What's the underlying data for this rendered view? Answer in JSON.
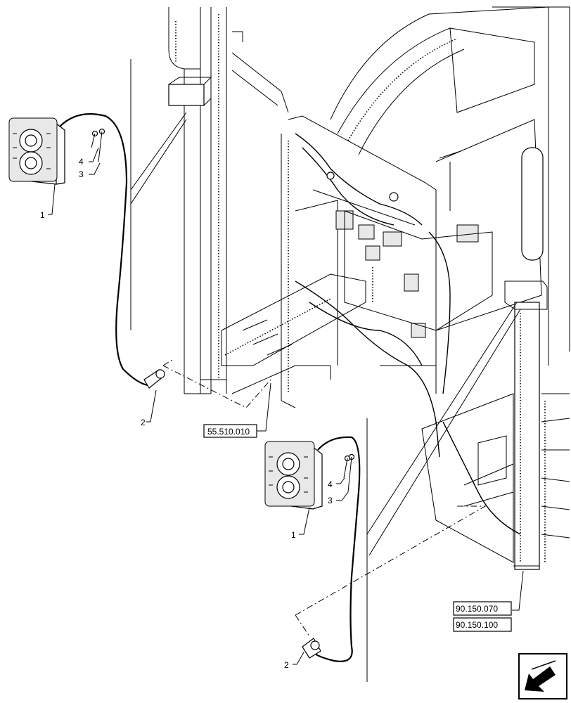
{
  "callouts": [
    {
      "id": "c1a",
      "label": "1"
    },
    {
      "id": "c2a",
      "label": "2"
    },
    {
      "id": "c3a",
      "label": "3"
    },
    {
      "id": "c4a",
      "label": "4"
    },
    {
      "id": "c1b",
      "label": "1"
    },
    {
      "id": "c2b",
      "label": "2"
    },
    {
      "id": "c3b",
      "label": "3"
    },
    {
      "id": "c4b",
      "label": "4"
    }
  ],
  "references": [
    {
      "id": "ref-55-510-010",
      "label": "55.510.010"
    },
    {
      "id": "ref-90-150-070",
      "label": "90.150.070"
    },
    {
      "id": "ref-90-150-100",
      "label": "90.150.100"
    }
  ],
  "nav_icon": "direction-arrow-icon"
}
